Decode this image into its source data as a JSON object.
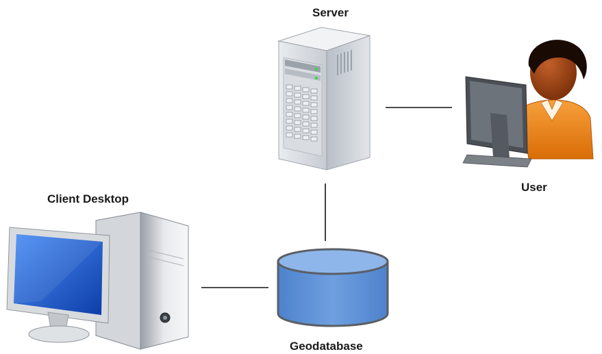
{
  "nodes": {
    "server": {
      "label": "Server",
      "icon": "server-tower-icon"
    },
    "user": {
      "label": "User",
      "icon": "user-at-monitor-icon"
    },
    "client": {
      "label": "Client Desktop",
      "icon": "desktop-computer-icon"
    },
    "geodatabase": {
      "label": "Geodatabase",
      "icon": "database-cylinder-icon"
    }
  },
  "connections": [
    {
      "from": "server",
      "to": "user"
    },
    {
      "from": "server",
      "to": "geodatabase"
    },
    {
      "from": "client",
      "to": "geodatabase"
    }
  ],
  "colors": {
    "connector": "#111111",
    "database_fill": "#5b8fd6",
    "database_top": "#8fb6ea",
    "monitor_screen": "#1f5fd0",
    "user_shirt": "#f08a1c",
    "user_skin": "#8a3a10"
  }
}
